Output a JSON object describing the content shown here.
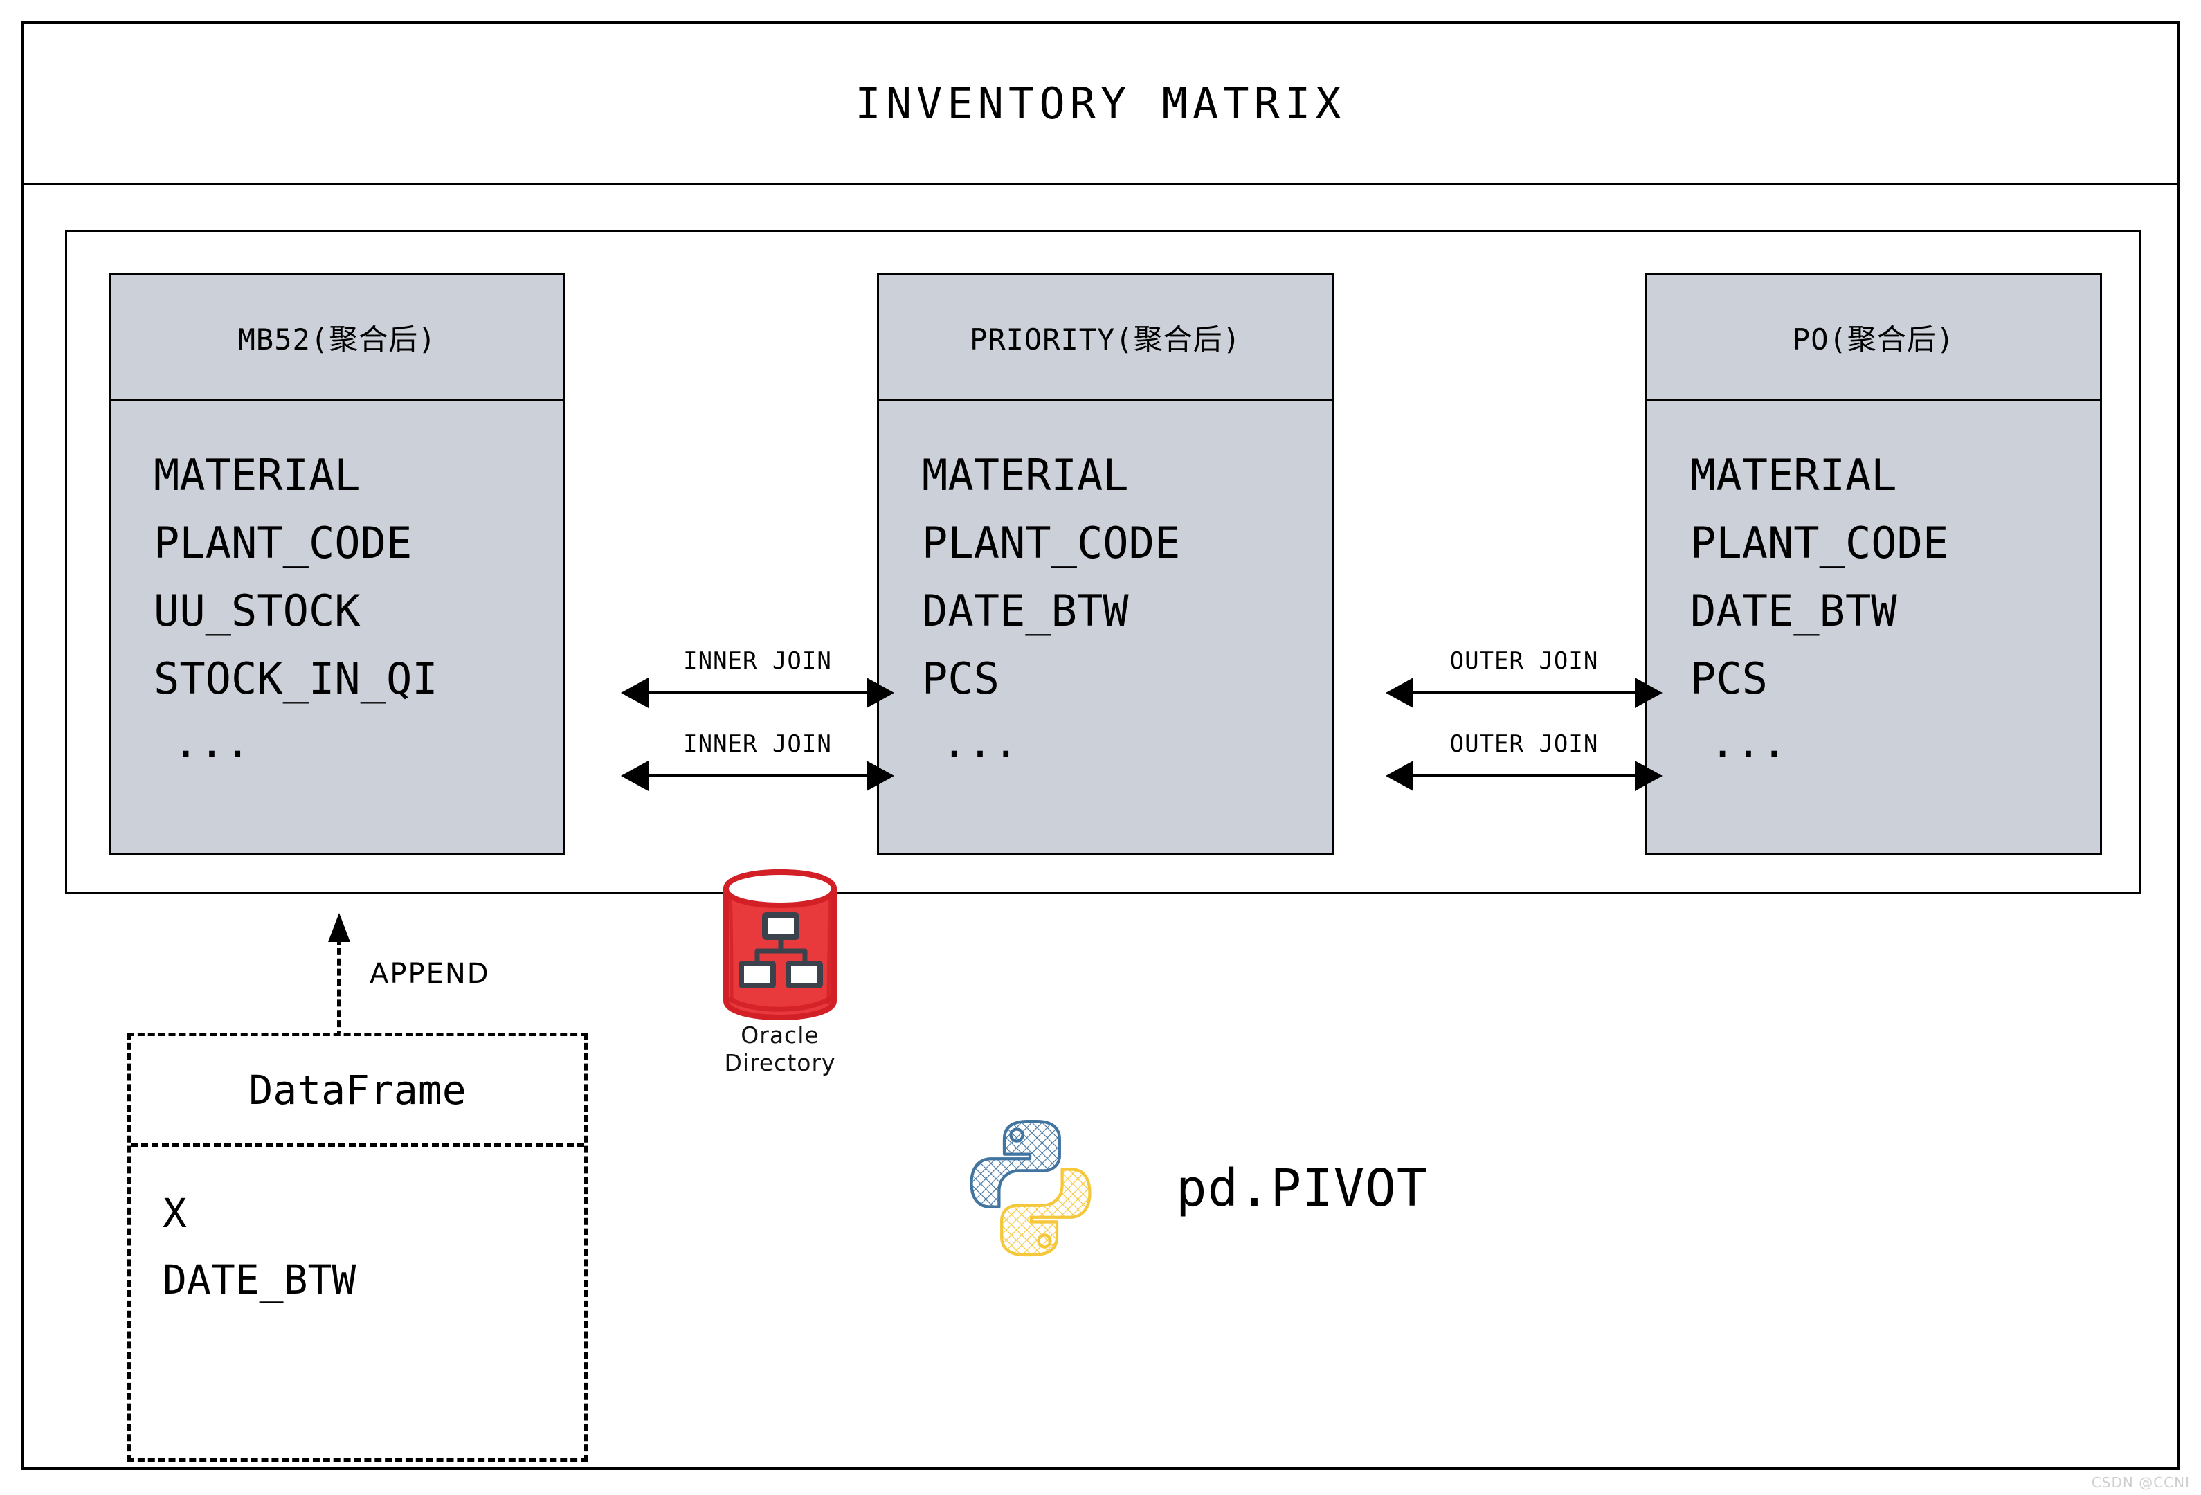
{
  "title": "INVENTORY MATRIX",
  "colors": {
    "box_fill": "#ccd1d9",
    "stroke": "#000000",
    "oracle_red": "#e8393c",
    "python_blue": "#4274a0",
    "python_yellow": "#f5c83b"
  },
  "entities": [
    {
      "id": "mb52",
      "header": "MB52(聚合后)",
      "fields": [
        "MATERIAL",
        "PLANT_CODE",
        "UU_STOCK",
        "STOCK_IN_QI"
      ],
      "ellipsis": "..."
    },
    {
      "id": "priority",
      "header": "PRIORITY(聚合后)",
      "fields": [
        "MATERIAL",
        "PLANT_CODE",
        "DATE_BTW",
        "PCS"
      ],
      "ellipsis": "..."
    },
    {
      "id": "po",
      "header": "PO(聚合后)",
      "fields": [
        "MATERIAL",
        "PLANT_CODE",
        "DATE_BTW",
        "PCS"
      ],
      "ellipsis": "..."
    }
  ],
  "joins": [
    {
      "id": "inner-1",
      "label": "INNER JOIN"
    },
    {
      "id": "inner-2",
      "label": "INNER JOIN"
    },
    {
      "id": "outer-1",
      "label": "OUTER JOIN"
    },
    {
      "id": "outer-2",
      "label": "OUTER JOIN"
    }
  ],
  "oracle": {
    "label": "Oracle\nDirectory",
    "icon": "database-cylinder-icon"
  },
  "append": {
    "label": "APPEND"
  },
  "dataframe": {
    "header": "DataFrame",
    "fields": [
      "X",
      "DATE_BTW"
    ]
  },
  "python": {
    "logo": "python-logo-icon",
    "pivot_label": "pd.PIVOT"
  },
  "watermark": "CSDN @CCNI"
}
